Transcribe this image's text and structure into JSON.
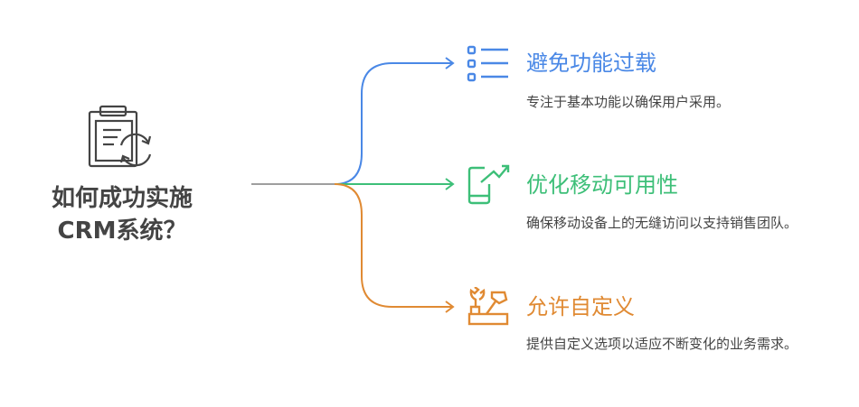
{
  "title": {
    "line1": "如何成功实施",
    "line2": "CRM系统？"
  },
  "branches": [
    {
      "heading": "避免功能过载",
      "description": "专注于基本功能以确保用户采用。",
      "color": "#4a88e6",
      "icon": "list-icon"
    },
    {
      "heading": "优化移动可用性",
      "description": "确保移动设备上的无缝访问以支持销售团队。",
      "color": "#3dbf78",
      "icon": "mobile-growth-icon"
    },
    {
      "heading": "允许自定义",
      "description": "提供自定义选项以适应不断变化的业务需求。",
      "color": "#e08a33",
      "icon": "tools-icon"
    }
  ]
}
